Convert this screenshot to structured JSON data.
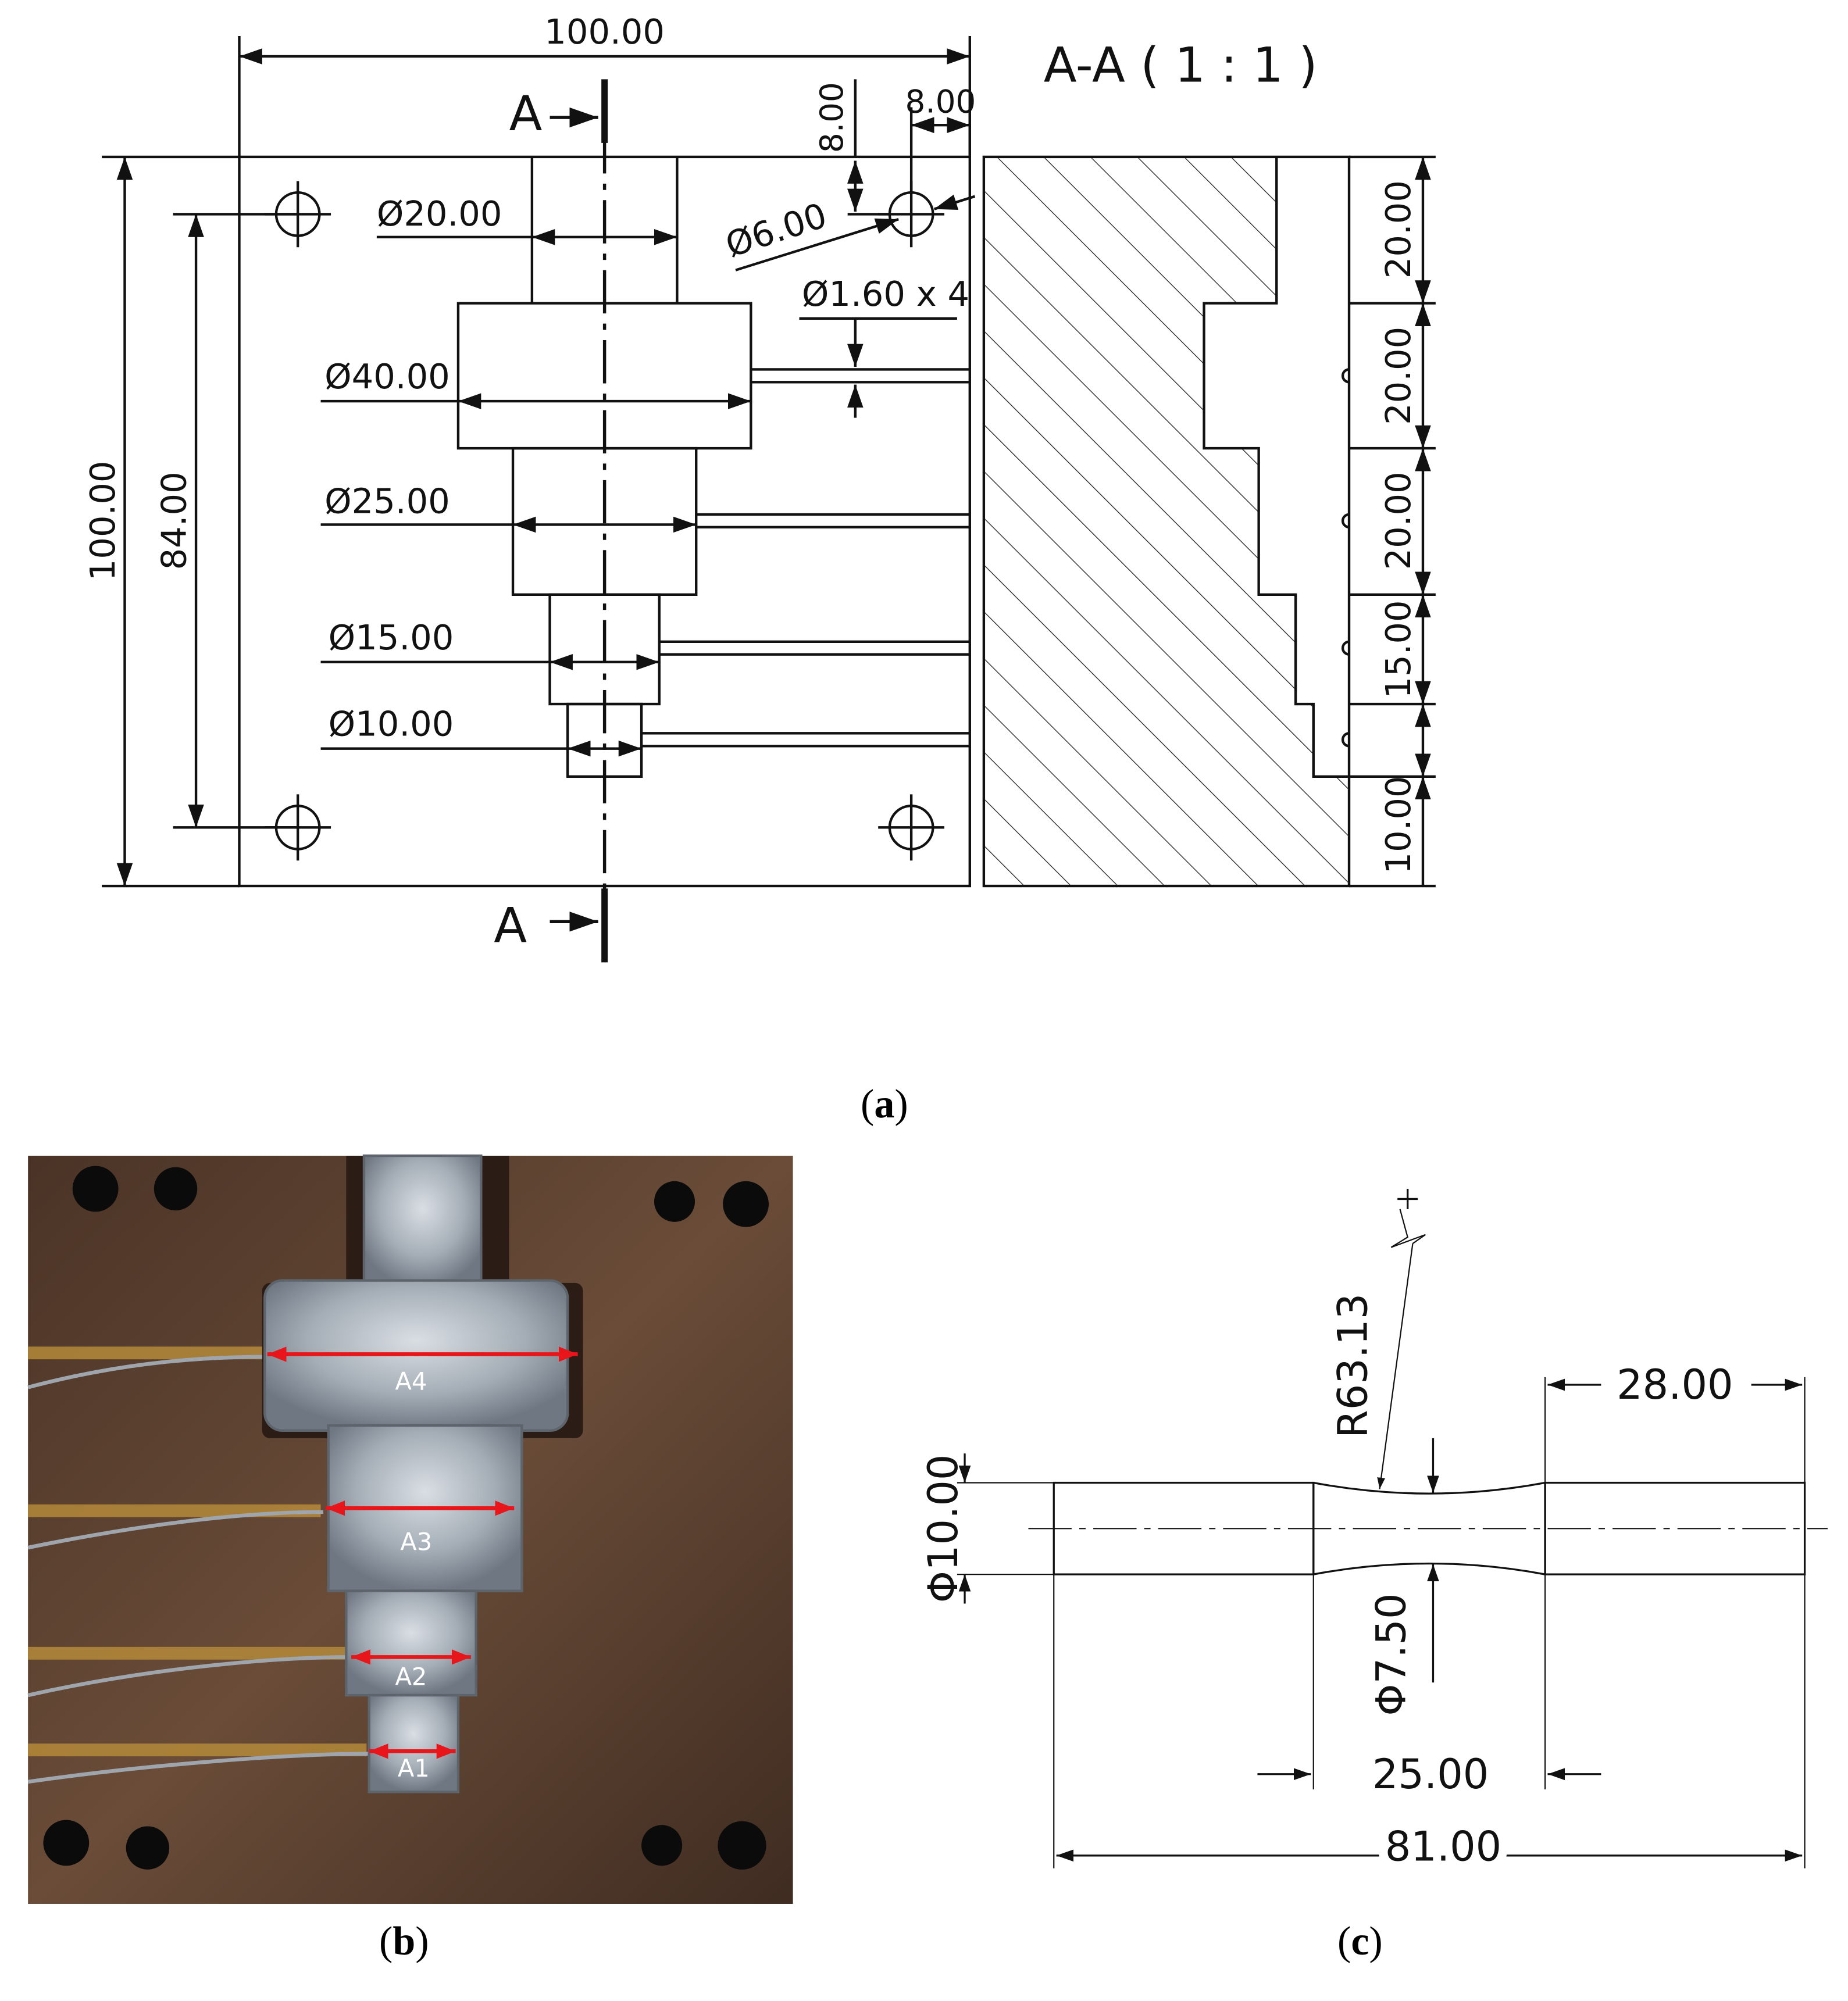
{
  "panel_a": {
    "dim_width": "100.00",
    "dim_height": "100.00",
    "dim_hole_span": "84.00",
    "dim_hole_top": "8.00",
    "dim_hole_side": "8.00",
    "dia_hole": "Ø6.00",
    "dia_wire": "Ø1.60 x 4",
    "dia_20": "Ø20.00",
    "dia_40": "Ø40.00",
    "dia_25": "Ø25.00",
    "dia_15": "Ø15.00",
    "dia_10": "Ø10.00",
    "section_marker": "A",
    "section_title": "A-A ( 1 : 1 )",
    "section_heights": [
      "20.00",
      "20.00",
      "20.00",
      "15.00",
      "10.00"
    ]
  },
  "panel_b": {
    "labels": [
      "A4",
      "A3",
      "A2",
      "A1"
    ],
    "arrow_color": "#e8151b",
    "plate_color": "#5a4030",
    "metal_color": "#9aa3ad"
  },
  "panel_c": {
    "radius": "R63.13",
    "dia_end": "Φ10.00",
    "dia_gauge": "Φ7.50",
    "len_grip": "28.00",
    "len_gauge": "25.00",
    "len_total": "81.00"
  },
  "captions": {
    "a": "a",
    "b": "b",
    "c": "c"
  }
}
